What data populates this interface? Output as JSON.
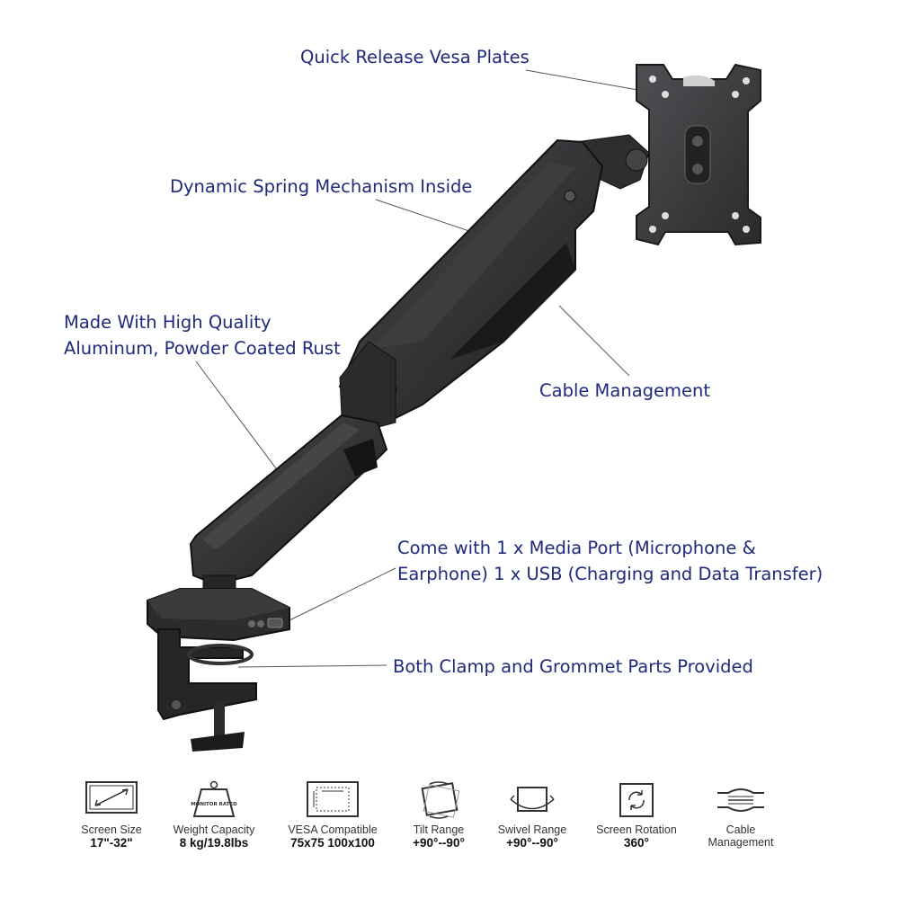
{
  "colors": {
    "label_text": "#1f2a7a",
    "arm_dark": "#2c2c2e",
    "arm_mid": "#3d3d40",
    "leader_line": "#555555"
  },
  "callouts": {
    "vesa": "Quick Release Vesa Plates",
    "spring": "Dynamic Spring Mechanism Inside",
    "aluminum_line1": "Made With High Quality",
    "aluminum_line2": "Aluminum, Powder Coated Rust",
    "cable": "Cable Management",
    "media_line1": "Come with 1 x Media Port (Microphone &",
    "media_line2": "Earphone) 1 x USB (Charging and Data Transfer)",
    "clamp": "Both Clamp and Grommet Parts Provided"
  },
  "features": [
    {
      "icon": "screen-size-icon",
      "label": "Screen Size",
      "value": "17\"-32\""
    },
    {
      "icon": "weight-capacity-icon",
      "label": "Weight Capacity",
      "value": "8 kg/19.8lbs",
      "badge": "MONITOR RATED"
    },
    {
      "icon": "vesa-icon",
      "label": "VESA Compatible",
      "value": "75x75 100x100"
    },
    {
      "icon": "tilt-range-icon",
      "label": "Tilt Range",
      "value": "+90°--90°"
    },
    {
      "icon": "swivel-range-icon",
      "label": "Swivel Range",
      "value": "+90°--90°"
    },
    {
      "icon": "screen-rotation-icon",
      "label": "Screen Rotation",
      "value": "360°"
    },
    {
      "icon": "cable-management-icon",
      "label": "Cable",
      "label2": "Management"
    }
  ]
}
